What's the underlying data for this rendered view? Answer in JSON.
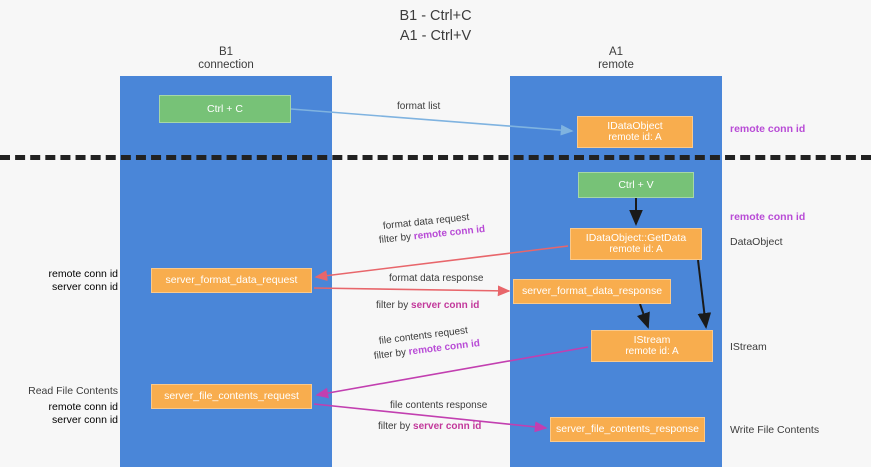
{
  "title": {
    "line1": "B1 - Ctrl+C",
    "line2": "A1 - Ctrl+V"
  },
  "lanes": [
    {
      "id": "b1",
      "line1": "B1",
      "line2": "connection",
      "color": "#4a86d8"
    },
    {
      "id": "a1",
      "line1": "A1",
      "line2": "remote",
      "color": "#4a86d8"
    }
  ],
  "colors": {
    "lane": "#4a86d8",
    "green_node": "#77c277",
    "orange_node": "#f8ad4e",
    "remote_conn_id": "#b84bd6",
    "server_conn_id": "#6aa84f",
    "format_arrow": "#e8666b",
    "file_arrow": "#c23fb0",
    "light_blue_arrow": "#7fb3e0",
    "black_arrow": "#1a1a1a",
    "divider": "#222222",
    "background": "#f7f7f7"
  },
  "nodes": {
    "ctrl_c": {
      "label": "Ctrl + C",
      "sub": ""
    },
    "idataobject": {
      "label": "IDataObject",
      "sub": "remote id: A"
    },
    "ctrl_v": {
      "label": "Ctrl + V",
      "sub": ""
    },
    "getdata": {
      "label": "IDataObject::GetData",
      "sub": "remote id: A"
    },
    "server_format_data_request": {
      "label": "server_format_data_request",
      "sub": ""
    },
    "server_format_data_response": {
      "label": "server_format_data_response",
      "sub": ""
    },
    "istream": {
      "label": "IStream",
      "sub": "remote id: A"
    },
    "server_file_contents_request": {
      "label": "server_file_contents_request",
      "sub": ""
    },
    "server_file_contents_response": {
      "label": "server_file_contents_response",
      "sub": ""
    }
  },
  "edge_labels": {
    "format_list": "format list",
    "format_data_request": "format data request",
    "format_data_request_filter_prefix": "filter by ",
    "format_data_request_filter_key": "remote conn id",
    "format_data_response": "format data response",
    "format_data_response_filter_prefix": "filter by ",
    "format_data_response_filter_key": "server conn id",
    "file_contents_request": "file contents request",
    "file_contents_request_filter_prefix": "filter by ",
    "file_contents_request_filter_key": "remote conn id",
    "file_contents_response": "file contents response",
    "file_contents_response_filter_prefix": "filter by ",
    "file_contents_response_filter_key": "server conn id"
  },
  "annotations": {
    "remote_conn_id_top": "remote conn id",
    "remote_conn_id_mid": "remote conn id",
    "dataobject": "DataObject",
    "istream": "IStream",
    "write_file_contents": "Write File Contents",
    "read_file_contents": "Read File Contents",
    "left_remote_conn_id_mid": "remote conn id",
    "left_server_conn_id_mid": "server conn id",
    "left_remote_conn_id_bottom": "remote conn id",
    "left_server_conn_id_bottom": "server conn id"
  }
}
